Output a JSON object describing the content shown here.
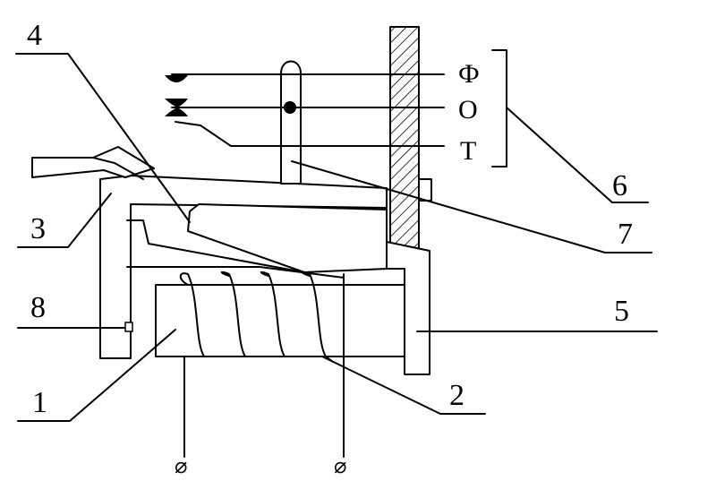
{
  "callouts": [
    "1",
    "2",
    "3",
    "4",
    "5",
    "6",
    "7",
    "8"
  ],
  "contacts": {
    "phi": "Ф",
    "o": "О",
    "t": "Т"
  },
  "terminal_symbol": "⌀"
}
